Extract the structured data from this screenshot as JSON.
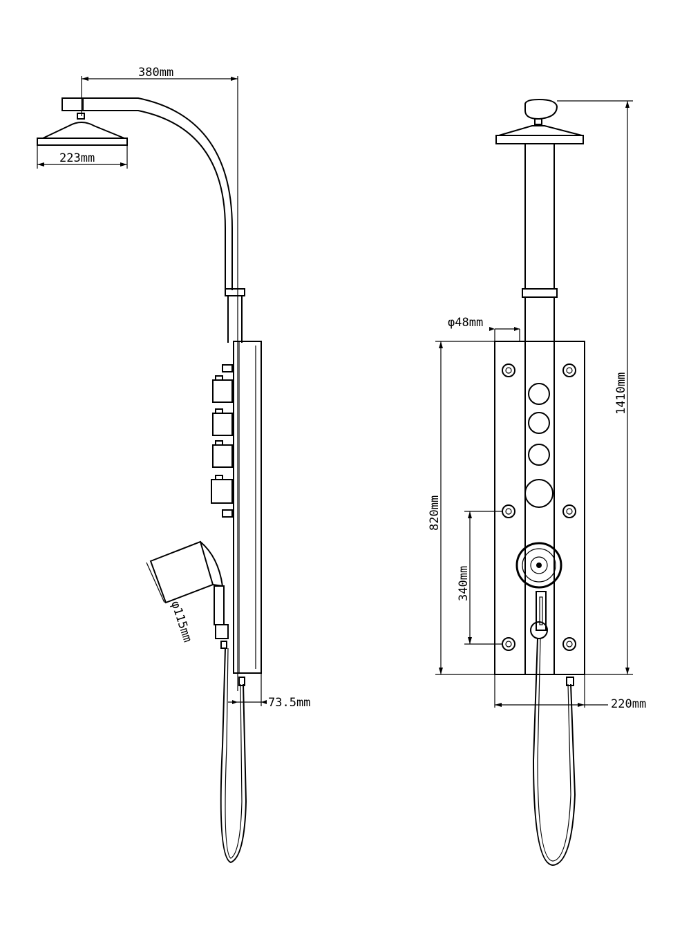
{
  "diagram": {
    "side_view": {
      "dims": {
        "arm_reach": "380mm",
        "head_diameter": "223mm",
        "hand_shower_diameter": "φ115mm",
        "panel_depth": "73.5mm"
      }
    },
    "front_view": {
      "dims": {
        "pipe_diameter": "φ48mm",
        "total_height": "1410mm",
        "panel_height": "820mm",
        "mount_spacing": "340mm",
        "panel_width": "220mm"
      }
    }
  }
}
